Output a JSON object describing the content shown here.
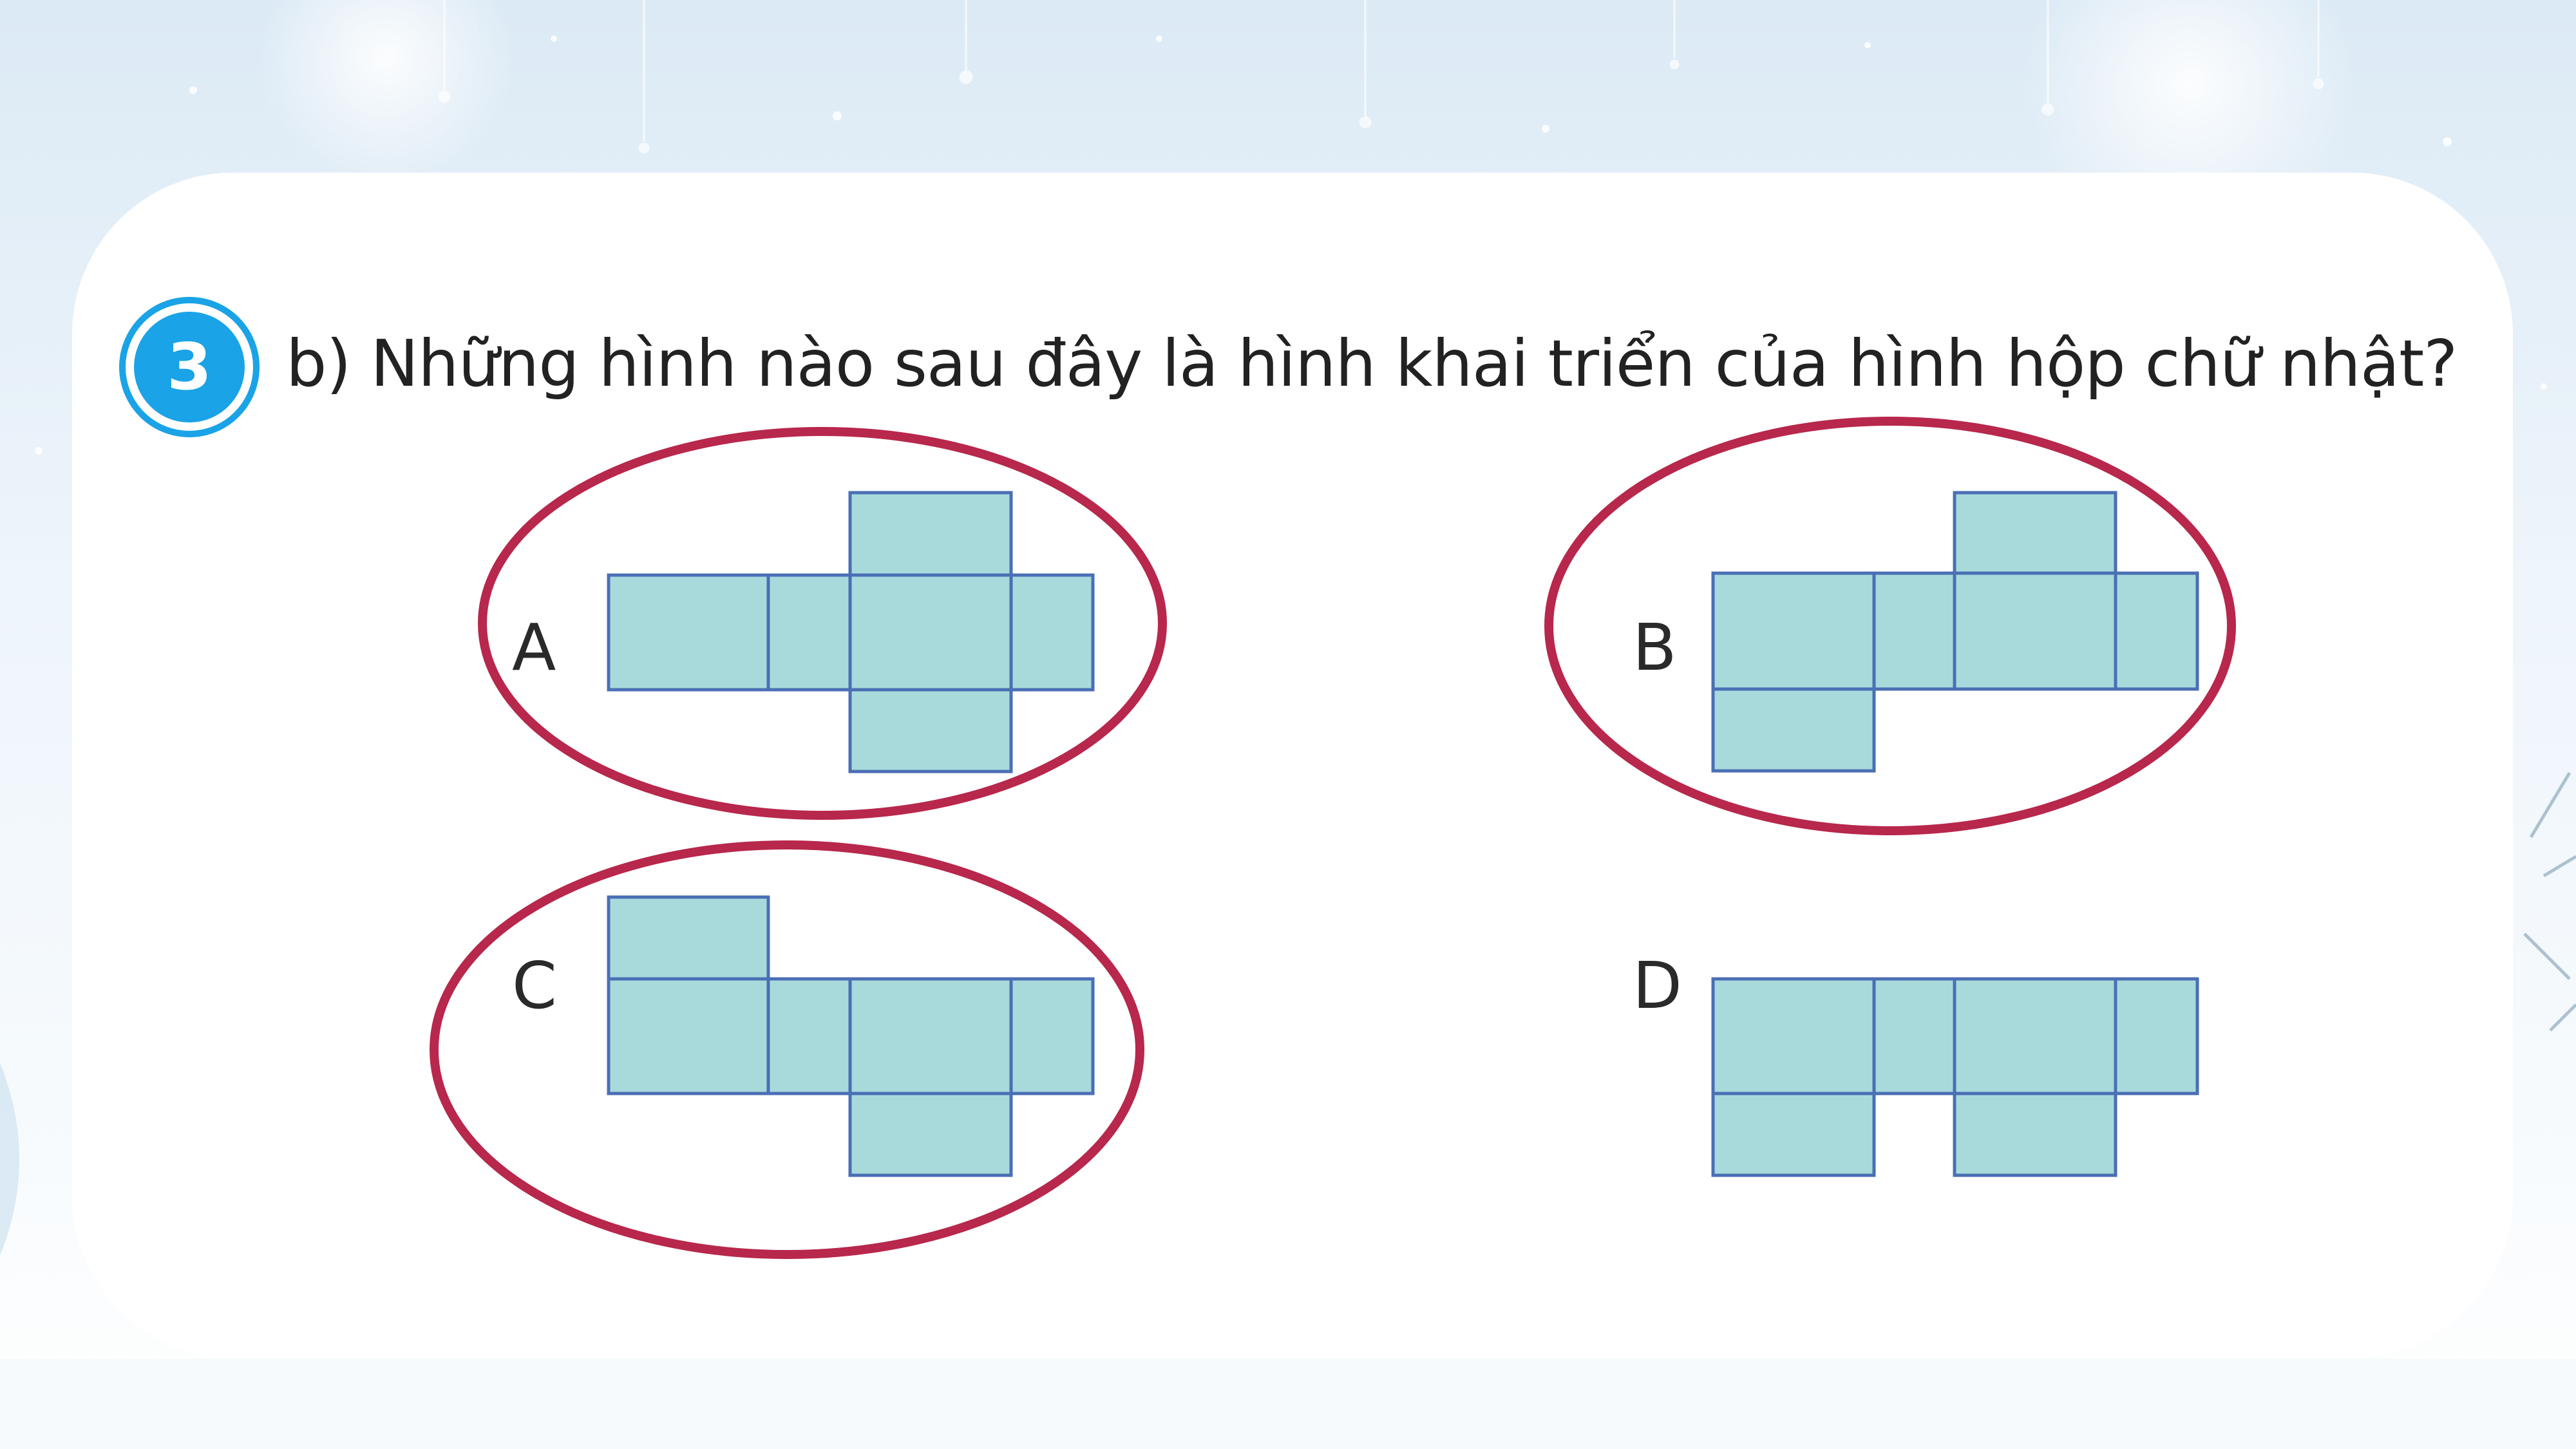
{
  "question": {
    "number": "3",
    "text": "b) Những hình nào sau đây là hình khai triển của hình hộp chữ nhật?"
  },
  "options": [
    {
      "label": "A",
      "circled": true
    },
    {
      "label": "B",
      "circled": true
    },
    {
      "label": "C",
      "circled": true
    },
    {
      "label": "D",
      "circled": false
    }
  ],
  "colors": {
    "face_fill": "#a8dadc",
    "face_stroke": "#4a6fb5",
    "circle": "#b8274c",
    "badge": "#1aa3e6"
  }
}
